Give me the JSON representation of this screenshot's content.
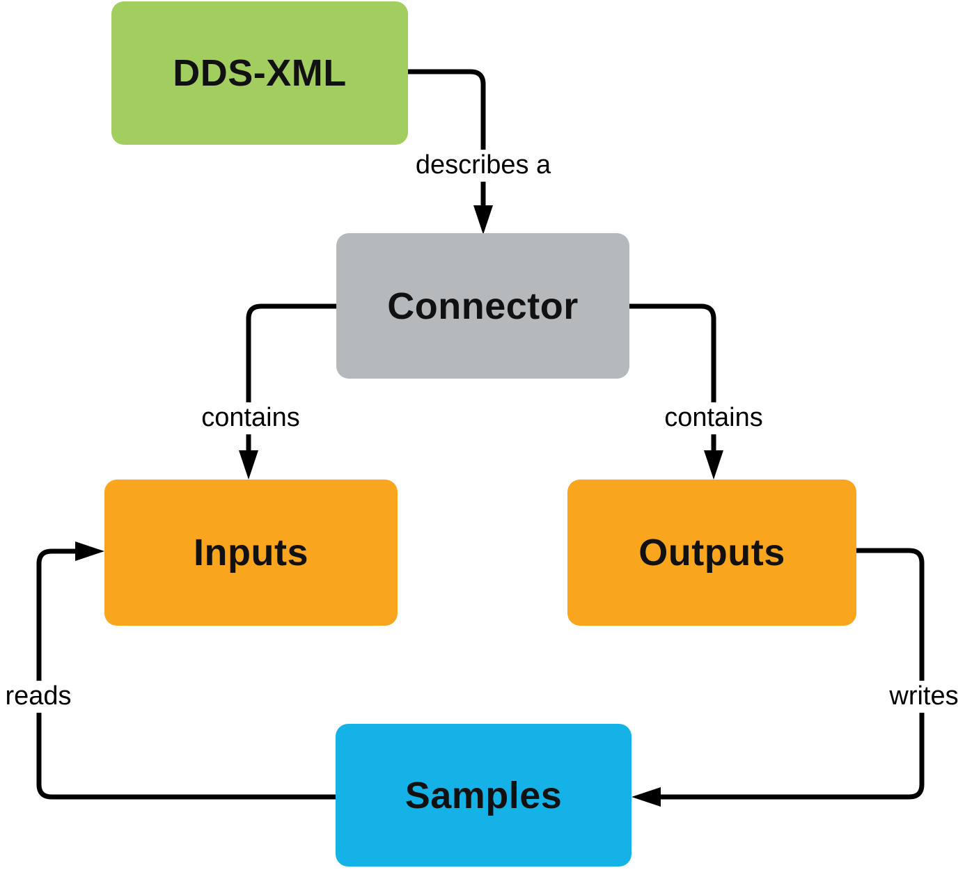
{
  "diagram": {
    "nodes": [
      {
        "id": "dds-xml",
        "label": "DDS-XML",
        "color": "#a2ce60"
      },
      {
        "id": "connector",
        "label": "Connector",
        "color": "#b5b9bc"
      },
      {
        "id": "inputs",
        "label": "Inputs",
        "color": "#f9a51e"
      },
      {
        "id": "outputs",
        "label": "Outputs",
        "color": "#f9a51e"
      },
      {
        "id": "samples",
        "label": "Samples",
        "color": "#14b2e7"
      }
    ],
    "edges": [
      {
        "from": "dds-xml",
        "to": "connector",
        "label": "describes a"
      },
      {
        "from": "connector",
        "to": "inputs",
        "label": "contains"
      },
      {
        "from": "connector",
        "to": "outputs",
        "label": "contains"
      },
      {
        "from": "outputs",
        "to": "samples",
        "label": "writes"
      },
      {
        "from": "samples",
        "to": "inputs",
        "label": "reads"
      }
    ],
    "colors": {
      "line": "#000000",
      "text": "#111111",
      "background": "#ffffff"
    }
  }
}
